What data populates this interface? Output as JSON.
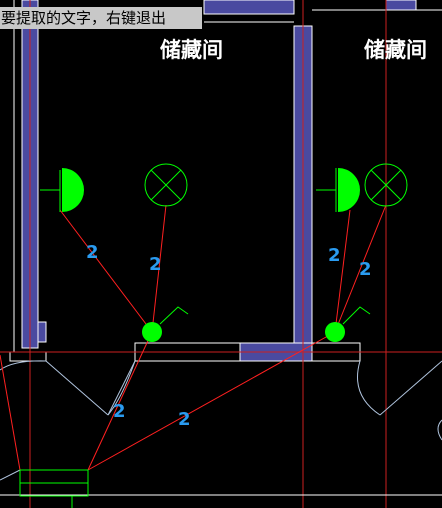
{
  "prompt": {
    "text": "要提取的文字，右键退出"
  },
  "rooms": [
    {
      "label": "储藏间"
    },
    {
      "label": "储藏间"
    }
  ],
  "wire_labels": [
    "2",
    "2",
    "2",
    "2",
    "2",
    "2"
  ],
  "colors": {
    "background": "#000000",
    "wall_fill": "#4a4aa0",
    "wire": "#ff2020",
    "fixture_green": "#00ff00",
    "grid_red": "#cc2020",
    "door_lines": "#b0c4de",
    "label_blue": "#2a9bf0",
    "tooltip_bg": "#c8c8c8"
  },
  "icons": [
    "ceiling-light-icon",
    "wall-light-icon",
    "switch-icon"
  ]
}
